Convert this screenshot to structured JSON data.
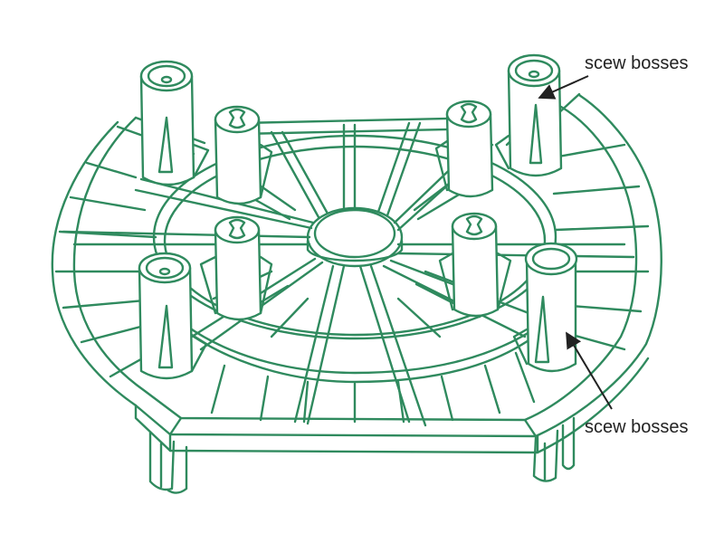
{
  "diagram": {
    "subject": "circular ribbed spacer part with four screw bosses, four cross-slot pins and four legs",
    "colors": {
      "line": "#2f8a5e",
      "fill": "#ffffff",
      "label_text": "#222222",
      "arrow": "#222222"
    }
  },
  "callouts": [
    {
      "id": "top",
      "text": "scew bosses"
    },
    {
      "id": "bottom",
      "text": "scew bosses"
    }
  ]
}
